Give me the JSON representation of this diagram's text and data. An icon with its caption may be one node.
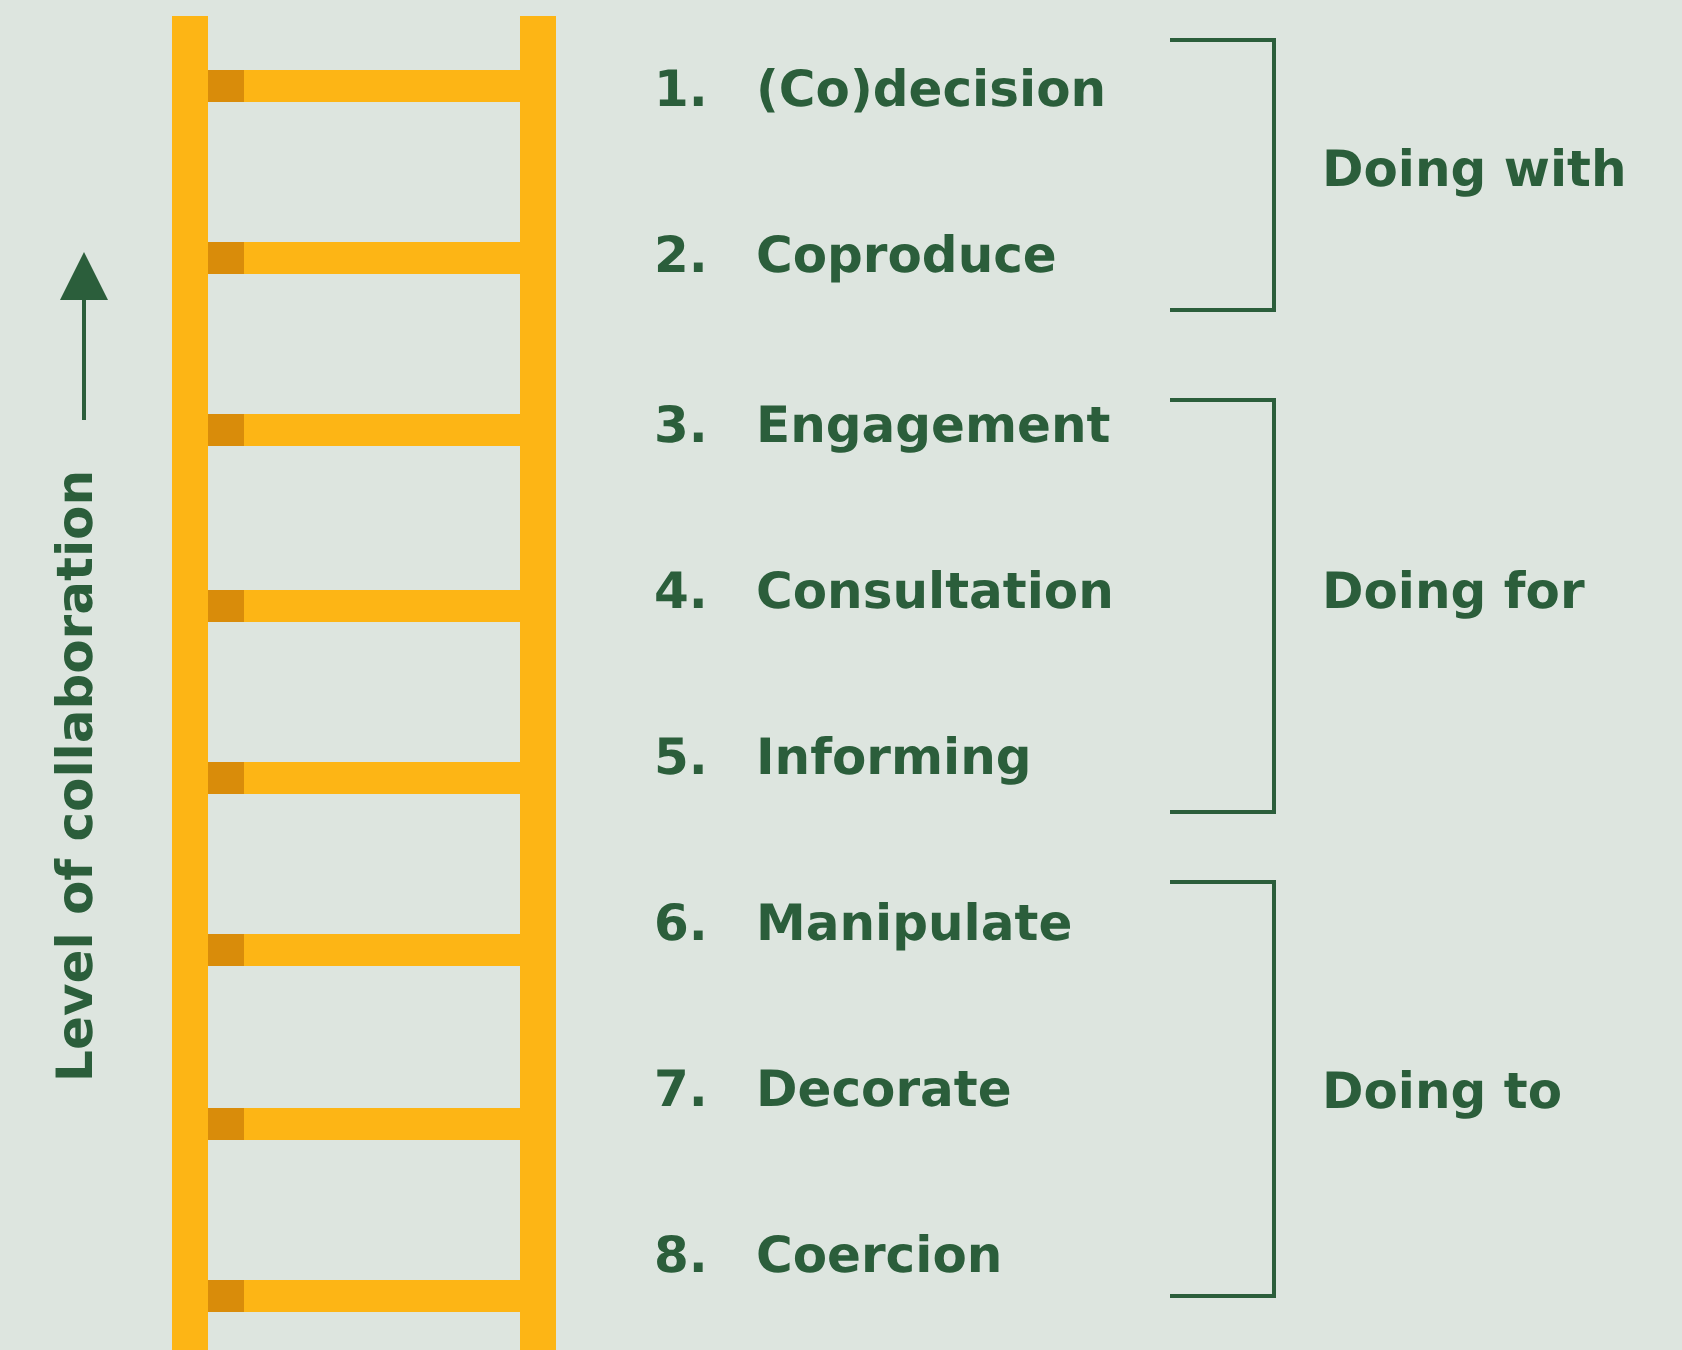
{
  "diagram": {
    "labels": [
      "Level of collaboration",
      "1.",
      "(Co)decision",
      "Doing with",
      "2.",
      "Coproduce",
      "3.",
      "Engagement",
      "4.",
      "Consultation",
      "Doing for",
      "5.",
      "Informing",
      "6.",
      "Manipulate",
      "7.",
      "Decorate",
      "Doing to",
      "8.",
      "Coercion"
    ]
  }
}
